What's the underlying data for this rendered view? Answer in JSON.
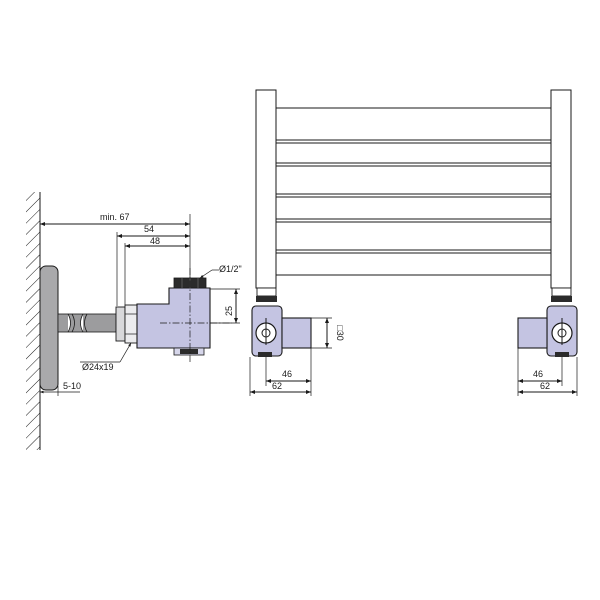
{
  "labels": {
    "dim_min_67": "min. 67",
    "dim_54": "54",
    "dim_48": "48",
    "dim_25": "25",
    "thread": "Ø1/2\"",
    "pipe_size": "Ø24x19",
    "dim_5_10": "5-10",
    "square_30": "□30",
    "dim_46_left": "46",
    "dim_62_left": "62",
    "dim_46_right": "46",
    "dim_62_right": "62"
  },
  "colors": {
    "valve_body": "#c4c4e2",
    "pipe": "#9c9c9e",
    "rosette": "#a9a9ab",
    "line": "#1a1a1a"
  }
}
